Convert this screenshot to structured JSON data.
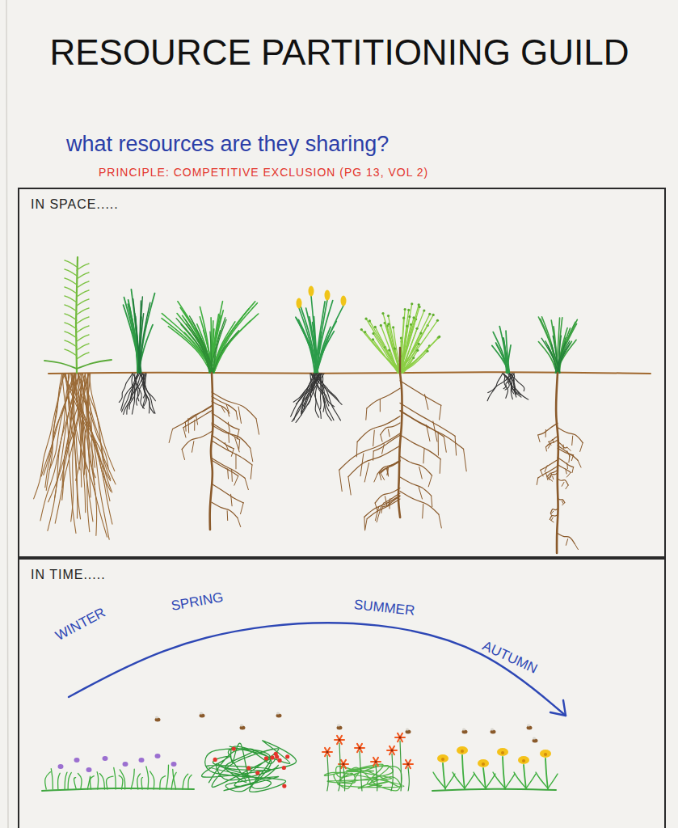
{
  "diagram": {
    "title": "RESOURCE PARTITIONING GUILD",
    "nodes": [
      {
        "text": [
          "IN SPACE....."
        ]
      },
      {
        "text": [
          "IN TIME....."
        ]
      }
    ],
    "labels": [
      "what resources are they sharing?",
      "PRINCIPLE: COMPETITIVE EXCLUSION (PG 13, VOL 2)",
      "WINTER",
      "SPRING",
      "SUMMER",
      "AUTUMN"
    ]
  }
}
